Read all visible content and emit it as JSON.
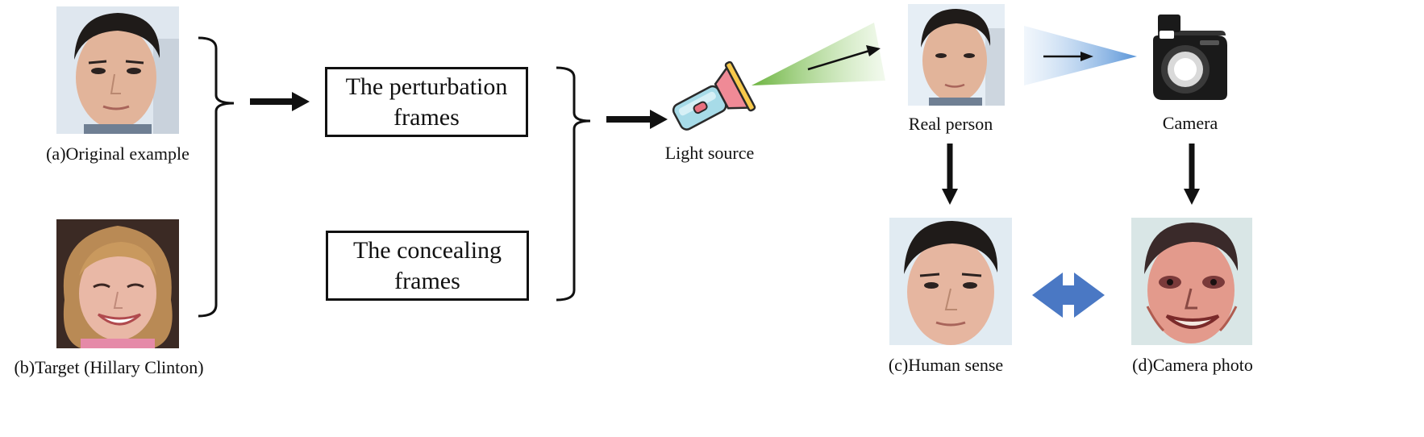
{
  "diagram": {
    "captions": {
      "original": "(a)Original example",
      "target": "(b)Target (Hillary Clinton)",
      "light_source": "Light source",
      "real_person": "Real person",
      "camera": "Camera",
      "human_sense": "(c)Human sense",
      "camera_photo": "(d)Camera photo"
    },
    "boxes": {
      "perturbation_line1": "The perturbation",
      "perturbation_line2": "frames",
      "concealing_line1": "The concealing",
      "concealing_line2": "frames"
    },
    "colors": {
      "light_beam": "#7cbf4c",
      "camera_beam": "#6fa4dc",
      "double_arrow": "#4a78c4",
      "flashlight_body": "#9fd6e6",
      "flashlight_head": "#e86f7e"
    },
    "icons": {
      "light_source": "flashlight-icon",
      "camera": "camera-icon",
      "bidirectional": "double-arrow-icon"
    }
  }
}
